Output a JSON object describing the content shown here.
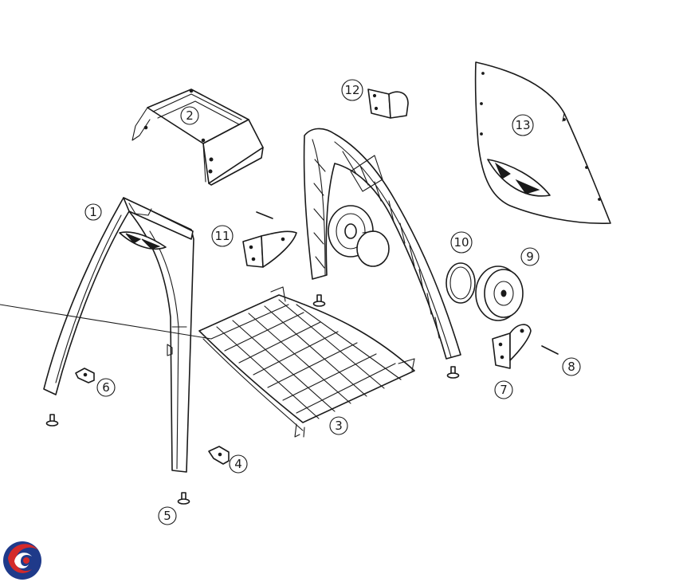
{
  "callouts": {
    "c1": "1",
    "c2": "2",
    "c3": "3",
    "c4": "4",
    "c5": "5",
    "c6": "6",
    "c7": "7",
    "c8": "8",
    "c9": "9",
    "c10": "10",
    "c11": "11",
    "c12": "12",
    "c13": "13"
  },
  "colors": {
    "line": "#1a1a1a",
    "paper": "#ffffff",
    "logo_red": "#d42a2a",
    "logo_blue": "#1f3a8a"
  },
  "icons": {
    "brand_logo": "swirl-logo-icon"
  }
}
